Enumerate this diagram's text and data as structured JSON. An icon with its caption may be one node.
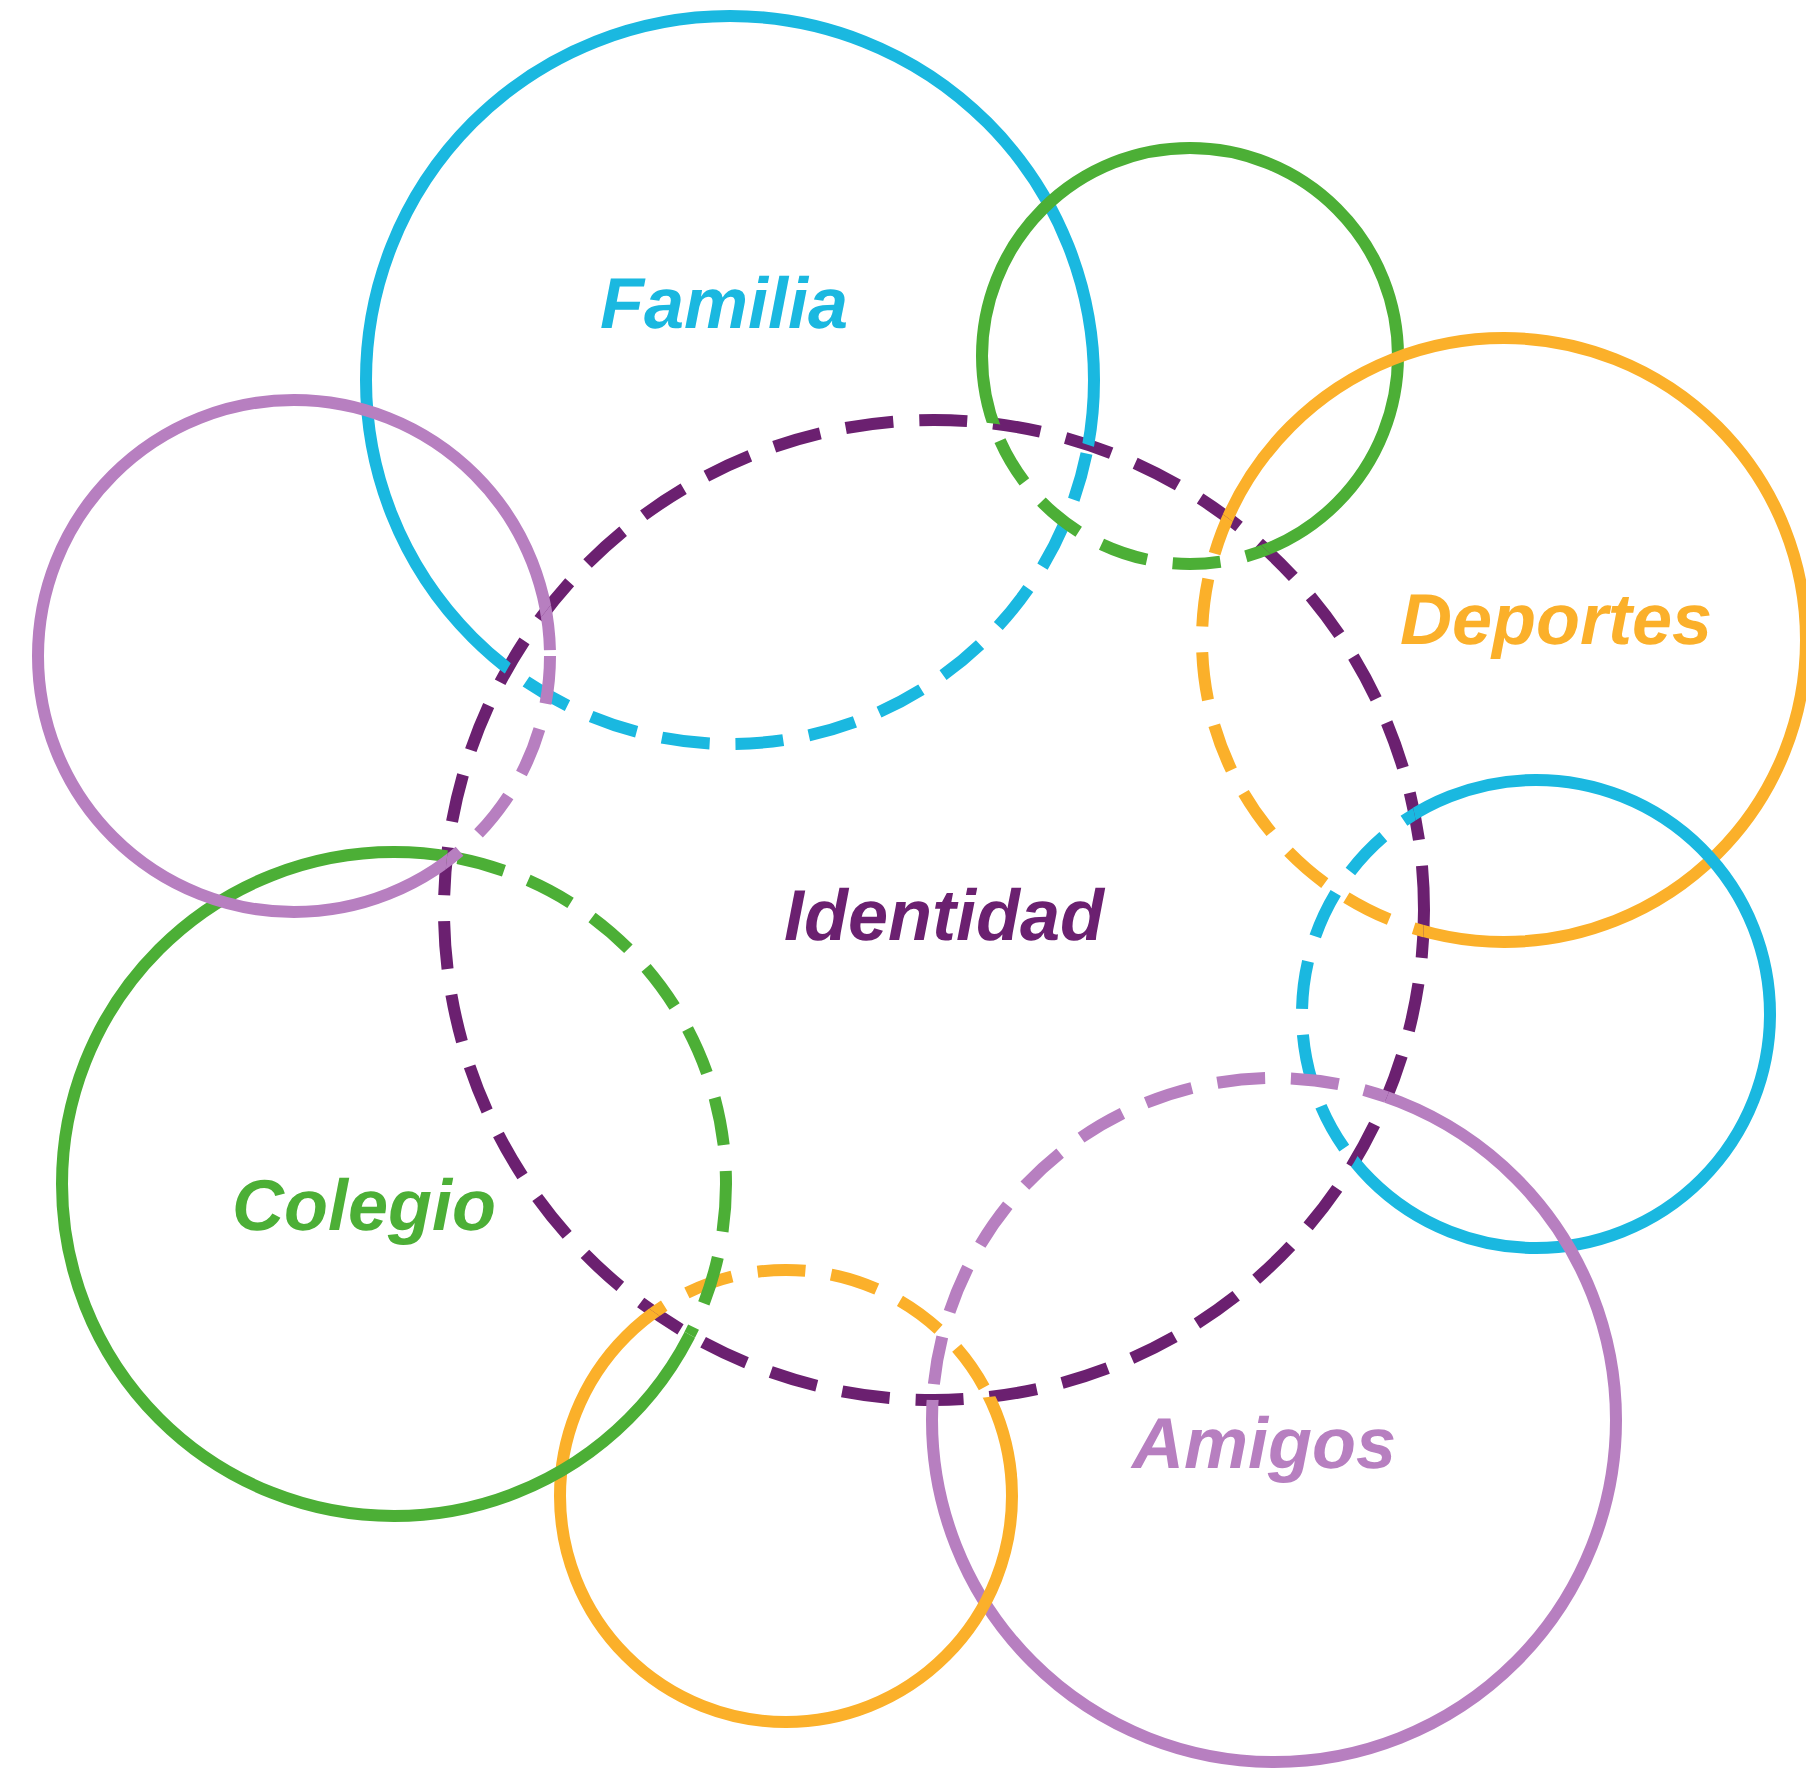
{
  "diagram": {
    "nodes": [
      {
        "text": [
          "Identidad"
        ]
      },
      {
        "text": [
          "Familia"
        ]
      },
      {
        "text": [],
        "shape": "circle"
      },
      {
        "text": [
          "Deportes"
        ]
      },
      {
        "text": [],
        "shape": "circle"
      },
      {
        "text": [
          "Amigos"
        ]
      },
      {
        "text": [],
        "shape": "circle"
      },
      {
        "text": [
          "Colegio"
        ]
      },
      {
        "text": [],
        "shape": "circle"
      }
    ]
  }
}
